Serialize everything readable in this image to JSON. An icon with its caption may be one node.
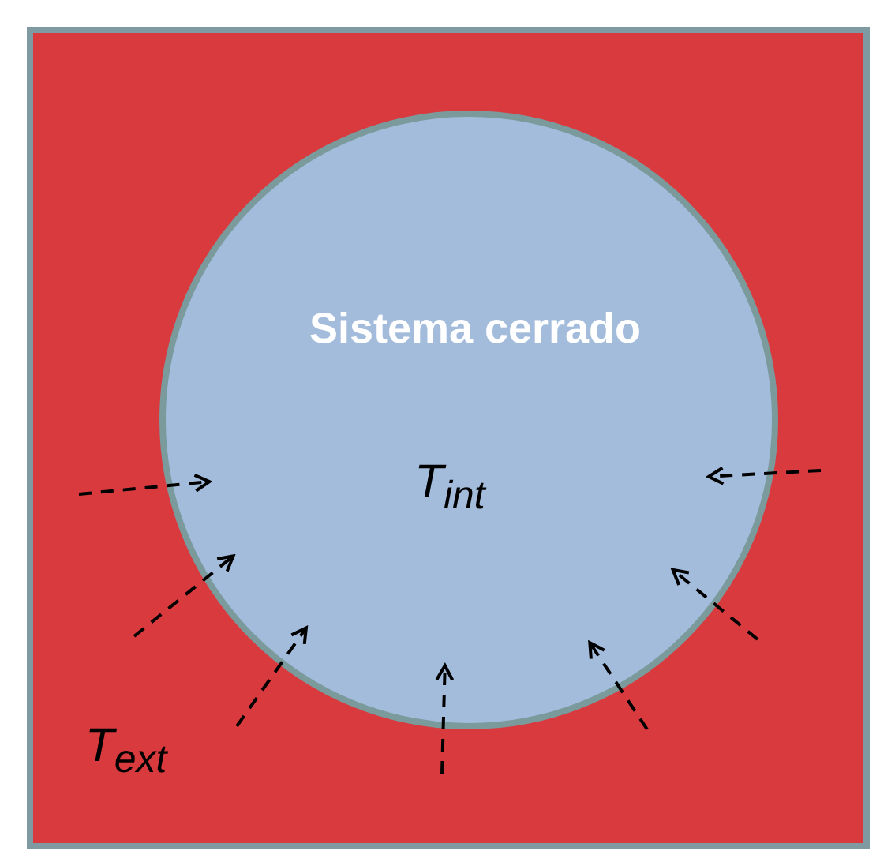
{
  "diagram": {
    "nodes": [
      {
        "text": [
          "T$_{ext}$"
        ]
      },
      {
        "text": [
          "Sistema cerrado",
          "T$_{int}$"
        ],
        "in": 0
      }
    ],
    "edges": [
      {
        "from": null,
        "to": 1,
        "arrow": "to",
        "style": "dashed"
      },
      {
        "from": null,
        "to": 1,
        "arrow": "to",
        "style": "dashed"
      },
      {
        "from": null,
        "to": 1,
        "arrow": "to",
        "style": "dashed"
      },
      {
        "from": null,
        "to": 1,
        "arrow": "to",
        "style": "dashed"
      },
      {
        "from": null,
        "to": 1,
        "arrow": "to",
        "style": "dashed"
      },
      {
        "from": null,
        "to": 1,
        "arrow": "to",
        "style": "dashed"
      },
      {
        "from": null,
        "to": 1,
        "arrow": "to",
        "style": "dashed"
      }
    ]
  }
}
